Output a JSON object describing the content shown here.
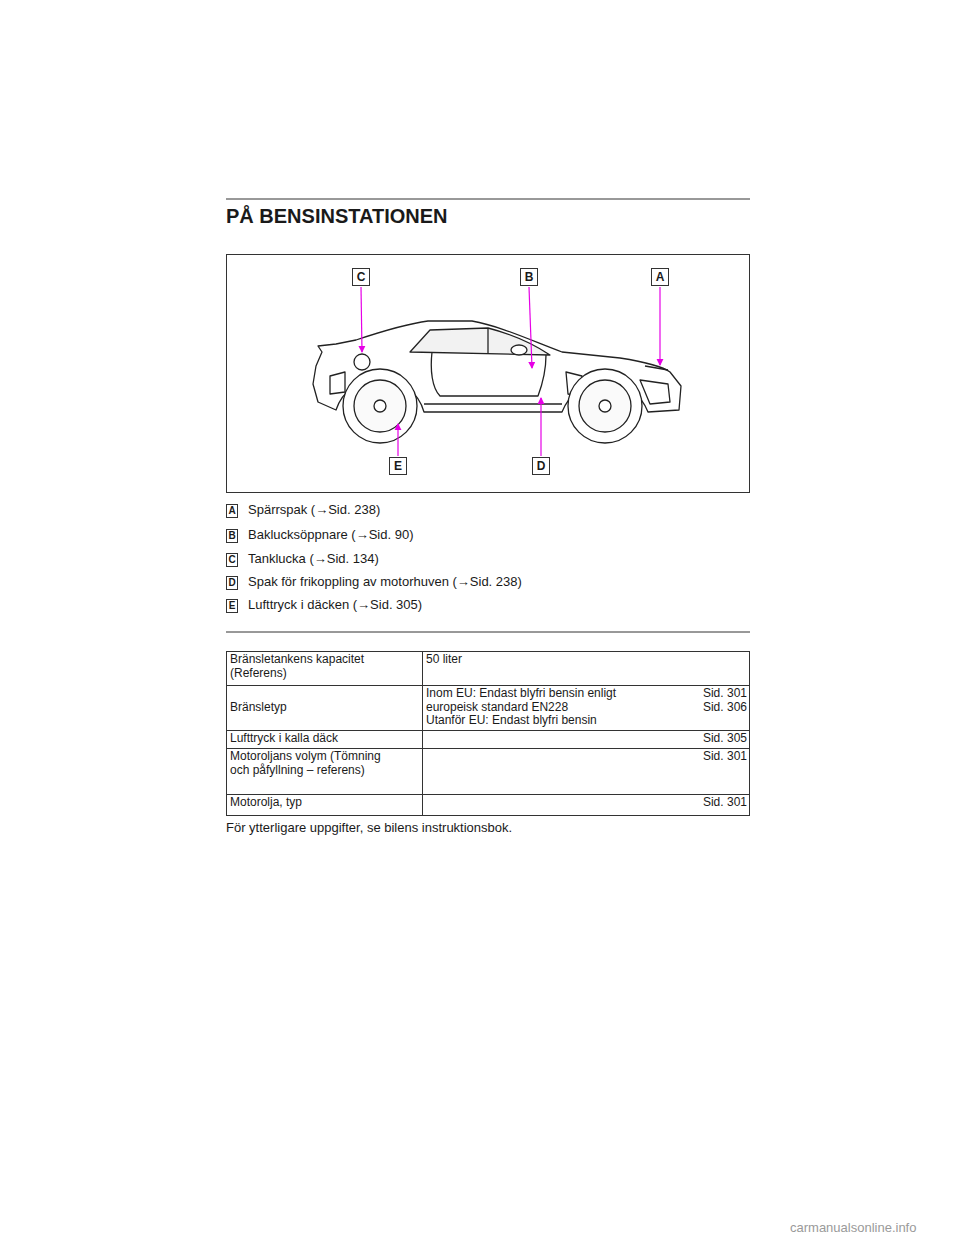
{
  "diagram": {
    "title": "PÅ BENSINSTATIONEN",
    "labels": [
      "C",
      "B",
      "A",
      "E",
      "D",
      "A",
      "Spärrspak (→Sid. 238)",
      "B",
      "Baklucksöppnare (→Sid. 90)",
      "C",
      "Tanklucka (→Sid. 134)",
      "D",
      "Spak för frikoppling av motorhuven (→Sid. 238)",
      "E",
      "Lufttryck i däcken (→Sid. 305)",
      "Bränsletankens kapacitet (Referens)",
      "50 liter",
      "Bränsletyp",
      "Inom EU: Endast blyfri bensin enligt europeisk standard EN228",
      "Utanför EU: Endast blyfri bensin",
      "Sid. 301",
      "Sid. 306",
      "Lufttryck i kalla däck",
      "Sid. 305",
      "Motoroljans volym (Tömning och påfyllning – referens)",
      "Sid. 301",
      "Motorolja, typ",
      "Sid. 301",
      "För ytterligare uppgifter, se bilens instruktionsbok.",
      "carmanualsonline.info"
    ]
  }
}
